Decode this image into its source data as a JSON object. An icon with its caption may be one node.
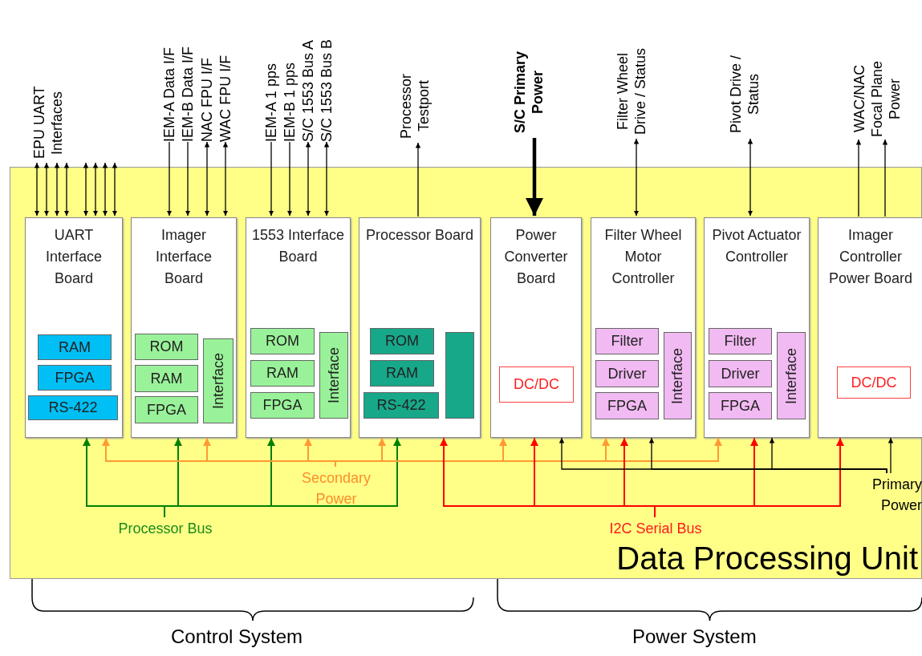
{
  "diagram": {
    "nodes": [
      {
        "text": [
          "Data Processing Unit"
        ]
      },
      {
        "text": [
          "UART Interface Board"
        ],
        "in": 0
      },
      {
        "text": [
          "RAM"
        ],
        "in": 1
      },
      {
        "text": [
          "FPGA"
        ],
        "in": 1
      },
      {
        "text": [
          "RS-422"
        ],
        "in": 1
      },
      {
        "text": [
          "Imager Interface Board"
        ],
        "in": 0
      },
      {
        "text": [
          "ROM"
        ],
        "in": 5
      },
      {
        "text": [
          "RAM"
        ],
        "in": 5
      },
      {
        "text": [
          "FPGA"
        ],
        "in": 5
      },
      {
        "text": [
          "Interface"
        ],
        "in": 5
      },
      {
        "text": [
          "1553 Interface Board"
        ],
        "in": 0
      },
      {
        "text": [
          "ROM"
        ],
        "in": 10
      },
      {
        "text": [
          "RAM"
        ],
        "in": 10
      },
      {
        "text": [
          "FPGA"
        ],
        "in": 10
      },
      {
        "text": [
          "Interface"
        ],
        "in": 10
      },
      {
        "text": [
          "Processor Board"
        ],
        "in": 0
      },
      {
        "text": [
          "ROM"
        ],
        "in": 15
      },
      {
        "text": [
          "RAM"
        ],
        "in": 15
      },
      {
        "text": [
          "RS-422"
        ],
        "in": 15
      },
      {
        "text": [],
        "shape": "box",
        "in": 15
      },
      {
        "text": [
          "Power Converter Board"
        ],
        "in": 0
      },
      {
        "text": [
          "DC/DC"
        ],
        "in": 20
      },
      {
        "text": [
          "Filter Wheel Motor Controller"
        ],
        "in": 0
      },
      {
        "text": [
          "Filter"
        ],
        "in": 22
      },
      {
        "text": [
          "Driver"
        ],
        "in": 22
      },
      {
        "text": [
          "FPGA"
        ],
        "in": 22
      },
      {
        "text": [
          "Interface"
        ],
        "in": 22
      },
      {
        "text": [
          "Pivot Actuator Controller"
        ],
        "in": 0
      },
      {
        "text": [
          "Filter"
        ],
        "in": 27
      },
      {
        "text": [
          "Driver"
        ],
        "in": 27
      },
      {
        "text": [
          "FPGA"
        ],
        "in": 27
      },
      {
        "text": [
          "Interface"
        ],
        "in": 27
      },
      {
        "text": [
          "Imager Controller Power Board"
        ],
        "in": 0
      },
      {
        "text": [
          "DC/DC"
        ],
        "in": 32
      },
      {
        "text": [
          "Processor Bus"
        ],
        "in": 0
      },
      {
        "text": [
          "Secondary Power"
        ],
        "in": 0
      },
      {
        "text": [
          "I2C Serial Bus"
        ],
        "in": 0
      },
      {
        "text": [
          "Primary Power"
        ],
        "in": 0
      },
      {
        "text": [
          "EPU UART Interfaces"
        ]
      },
      {
        "text": [
          "IEM-A Data I/F"
        ]
      },
      {
        "text": [
          "IEM-B Data I/F"
        ]
      },
      {
        "text": [
          "NAC FPU I/F"
        ]
      },
      {
        "text": [
          "WAC FPU I/F"
        ]
      },
      {
        "text": [
          "IEM-A 1 pps"
        ]
      },
      {
        "text": [
          "IEM-B 1 pps"
        ]
      },
      {
        "text": [
          "S/C 1553 Bus A"
        ]
      },
      {
        "text": [
          "S/C 1553 Bus B"
        ]
      },
      {
        "text": [
          "Processor Testport"
        ]
      },
      {
        "text": [
          "S/C Primary Power"
        ]
      },
      {
        "text": [
          "Filter Wheel Drive / Status"
        ]
      },
      {
        "text": [
          "Pivot Drive / Status"
        ]
      },
      {
        "text": [
          "WAC/NAC Focal Plane Power"
        ]
      }
    ],
    "edges": [
      {
        "from": 38,
        "to": 1,
        "arrow": "both"
      },
      {
        "from": 38,
        "to": 1,
        "arrow": "both"
      },
      {
        "from": 38,
        "to": 1,
        "arrow": "both"
      },
      {
        "from": 38,
        "to": 1,
        "arrow": "both"
      },
      {
        "from": 38,
        "to": 1,
        "arrow": "both"
      },
      {
        "from": 38,
        "to": 1,
        "arrow": "both"
      },
      {
        "from": 38,
        "to": 1,
        "arrow": "both"
      },
      {
        "from": 38,
        "to": 1,
        "arrow": "both"
      },
      {
        "from": 39,
        "to": 5,
        "arrow": "to"
      },
      {
        "from": 40,
        "to": 5,
        "arrow": "to"
      },
      {
        "from": 41,
        "to": 5,
        "arrow": "both"
      },
      {
        "from": 42,
        "to": 5,
        "arrow": "both"
      },
      {
        "from": 43,
        "to": 10,
        "arrow": "to"
      },
      {
        "from": 44,
        "to": 10,
        "arrow": "to"
      },
      {
        "from": 45,
        "to": 10,
        "arrow": "both"
      },
      {
        "from": 46,
        "to": 10,
        "arrow": "both"
      },
      {
        "from": 15,
        "to": 47,
        "arrow": "to"
      },
      {
        "from": 48,
        "to": 20,
        "arrow": "to",
        "style": "thick"
      },
      {
        "from": 49,
        "to": 22,
        "arrow": "both"
      },
      {
        "from": 50,
        "to": 27,
        "arrow": "both"
      },
      {
        "from": 32,
        "to": 51,
        "arrow": "to"
      },
      {
        "from": 32,
        "to": 51,
        "arrow": "to"
      },
      {
        "from": 34,
        "to": 1,
        "arrow": "to",
        "color": "#008000"
      },
      {
        "from": 34,
        "to": 5,
        "arrow": "to",
        "color": "#008000"
      },
      {
        "from": 34,
        "to": 10,
        "arrow": "to",
        "color": "#008000"
      },
      {
        "from": 34,
        "to": 15,
        "arrow": "to",
        "color": "#008000"
      },
      {
        "from": 35,
        "to": 1,
        "arrow": "to",
        "color": "#ff9933"
      },
      {
        "from": 35,
        "to": 5,
        "arrow": "to",
        "color": "#ff9933"
      },
      {
        "from": 35,
        "to": 10,
        "arrow": "to",
        "color": "#ff9933"
      },
      {
        "from": 35,
        "to": 15,
        "arrow": "to",
        "color": "#ff9933"
      },
      {
        "from": 35,
        "to": 20,
        "arrow": "to",
        "color": "#ff9933"
      },
      {
        "from": 35,
        "to": 22,
        "arrow": "to",
        "color": "#ff9933"
      },
      {
        "from": 35,
        "to": 27,
        "arrow": "to",
        "color": "#ff9933"
      },
      {
        "from": 36,
        "to": 15,
        "arrow": "to",
        "color": "#ff0000"
      },
      {
        "from": 36,
        "to": 20,
        "arrow": "to",
        "color": "#ff0000"
      },
      {
        "from": 36,
        "to": 22,
        "arrow": "to",
        "color": "#ff0000"
      },
      {
        "from": 36,
        "to": 27,
        "arrow": "to",
        "color": "#ff0000"
      },
      {
        "from": 36,
        "to": 32,
        "arrow": "to",
        "color": "#ff0000"
      },
      {
        "from": 37,
        "to": 20,
        "arrow": "to"
      },
      {
        "from": 37,
        "to": 22,
        "arrow": "to"
      },
      {
        "from": 37,
        "to": 27,
        "arrow": "to"
      },
      {
        "from": 37,
        "to": 32,
        "arrow": "to"
      }
    ],
    "labels": [
      "Control System",
      "Power System"
    ]
  }
}
